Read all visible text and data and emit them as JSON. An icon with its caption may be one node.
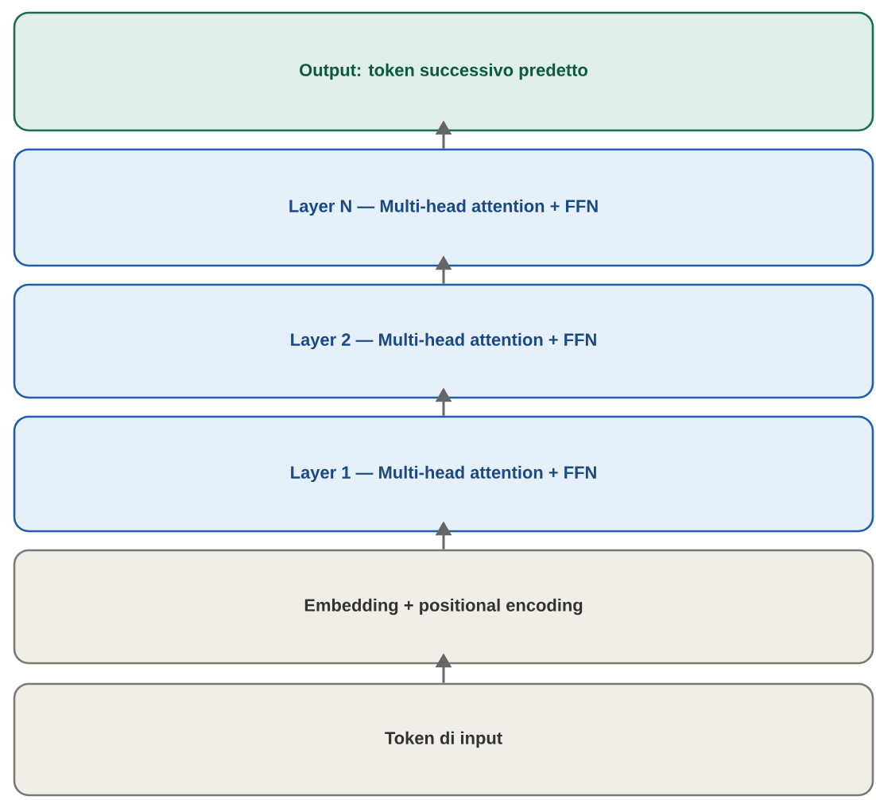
{
  "diagram": {
    "nodes": [
      {
        "text": [
          "Output: token successivo predetto"
        ]
      },
      {
        "text": [
          "Layer N — Multi-head attention + FFN"
        ]
      },
      {
        "text": [
          "Layer 2 — Multi-head attention + FFN"
        ]
      },
      {
        "text": [
          "Layer 1 — Multi-head attention + FFN"
        ]
      },
      {
        "text": [
          "Embedding + positional encoding"
        ]
      },
      {
        "text": [
          "Token di input"
        ]
      }
    ],
    "edges": [
      {
        "from": 5,
        "to": 4,
        "arrow": "to"
      },
      {
        "from": 4,
        "to": 3,
        "arrow": "to"
      },
      {
        "from": 3,
        "to": 2,
        "arrow": "to"
      },
      {
        "from": 2,
        "to": 1,
        "arrow": "to"
      },
      {
        "from": 1,
        "to": 0,
        "arrow": "to"
      }
    ]
  }
}
